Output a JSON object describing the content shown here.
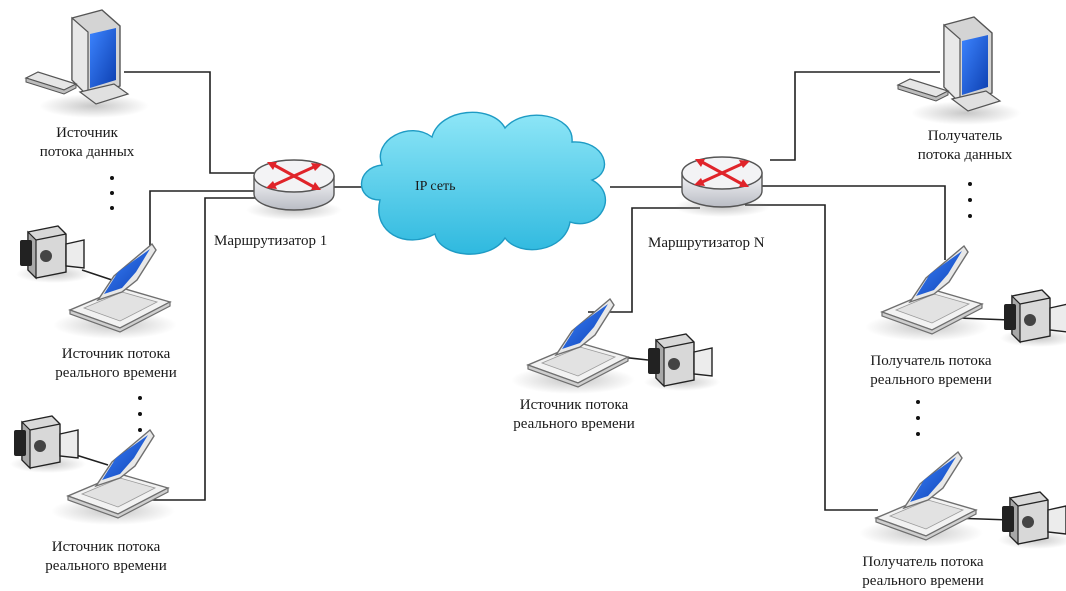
{
  "network": {
    "cloud_label": "IP сеть",
    "router_left": "Маршрутизатор 1",
    "router_right": "Маршрутизатор N"
  },
  "left": {
    "data_source": [
      "Источник",
      "потока данных"
    ],
    "rt_source_1": [
      "Источник потока",
      "реального времени"
    ],
    "rt_source_2": [
      "Источник потока",
      "реального времени"
    ]
  },
  "right": {
    "data_receiver": [
      "Получатель",
      "потока данных"
    ],
    "rt_receiver_1": [
      "Получатель потока",
      "реального времени"
    ],
    "rt_receiver_2": [
      "Получатель потока",
      "реального времени"
    ],
    "rt_source": [
      "Источник потока",
      "реального времени"
    ]
  },
  "colors": {
    "screen": "#1f5fd6",
    "router_top": "#e9e9ec",
    "router_arrows": "#e0242a",
    "cloud": "#5fd6ef",
    "line": "#202020"
  }
}
